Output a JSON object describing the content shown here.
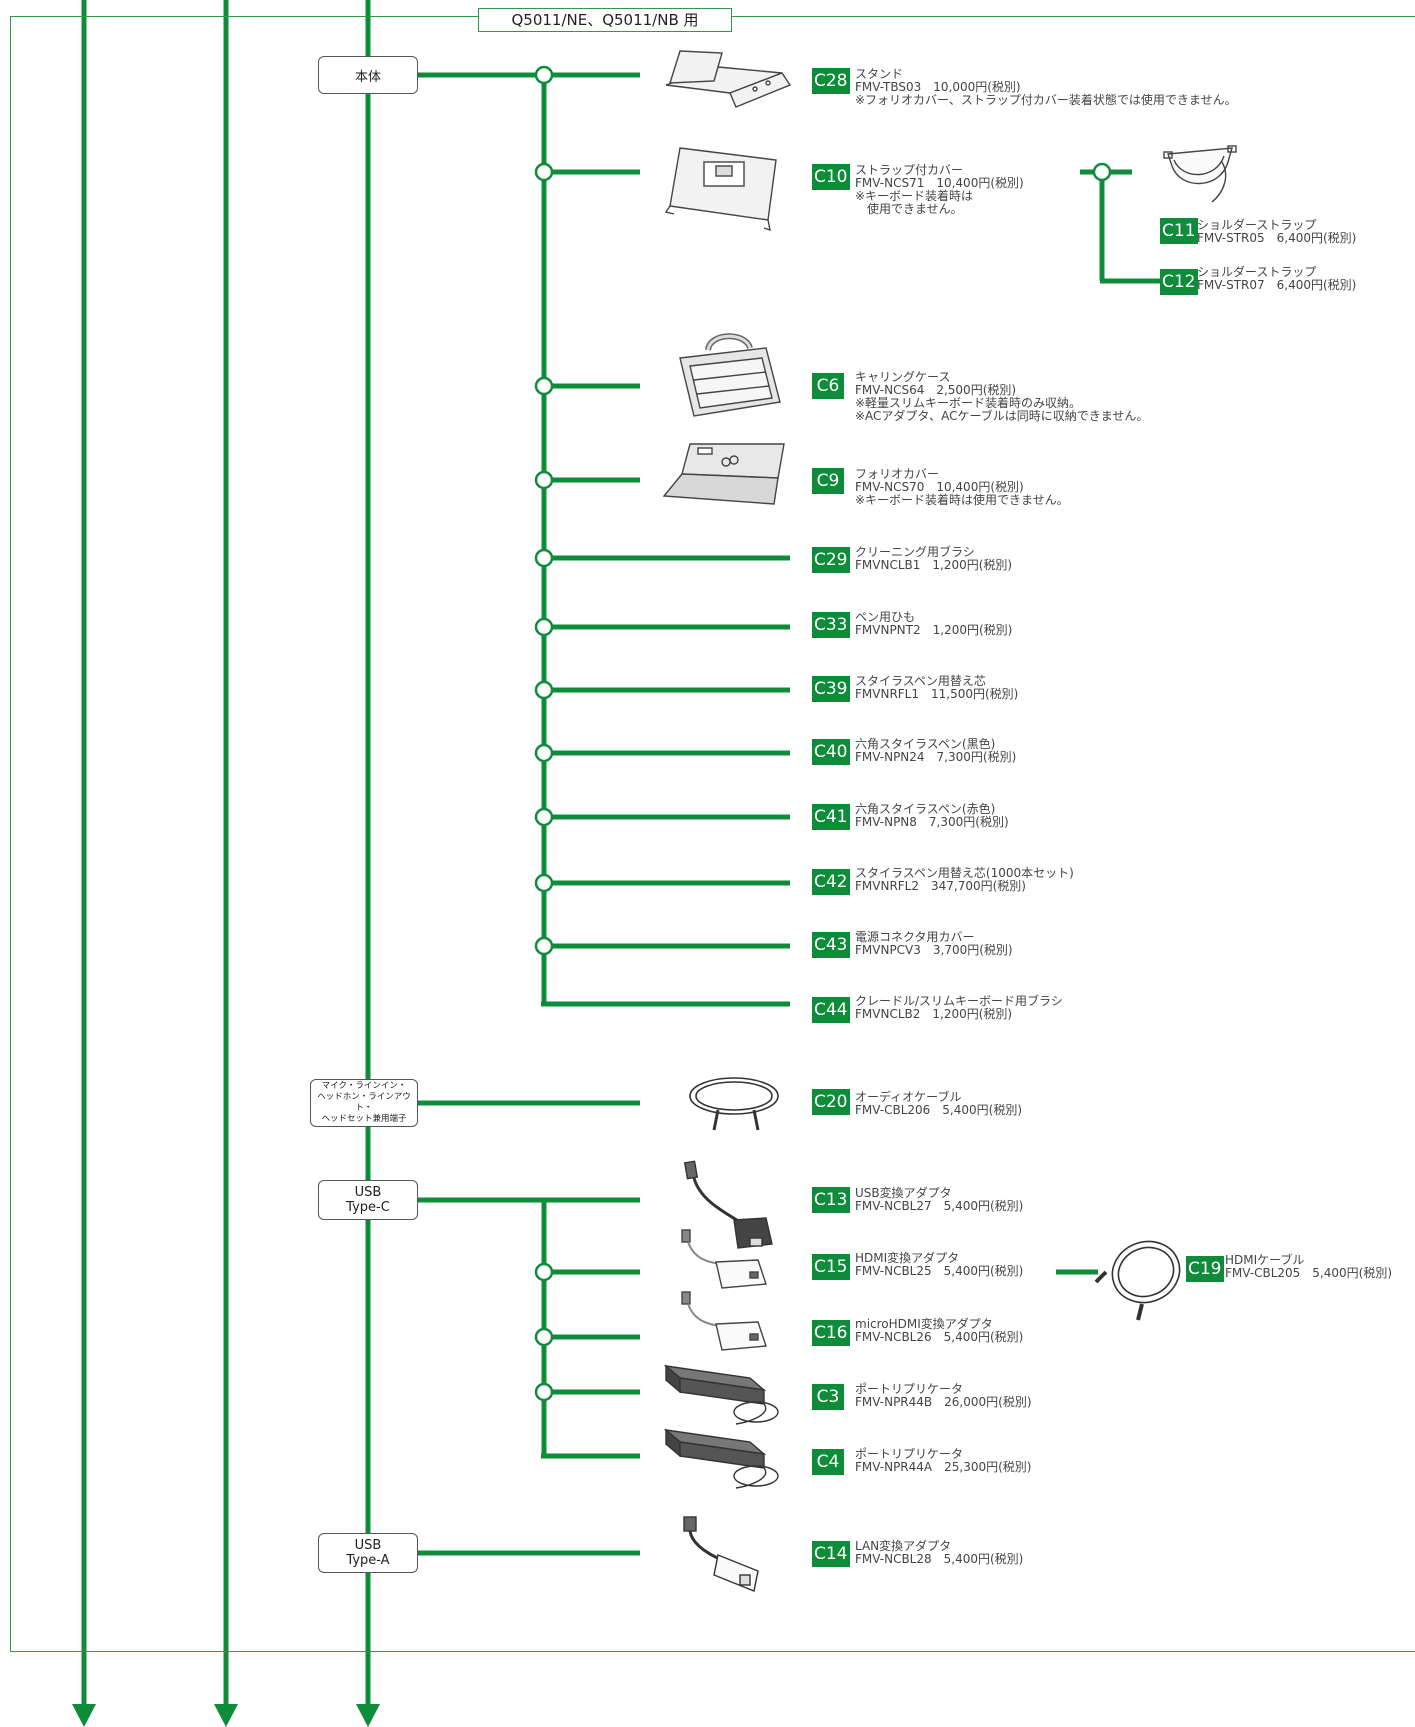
{
  "frame_title": "Q5011/NE、Q5011/NB 用",
  "ports": {
    "main": "本体",
    "audio_line1": "マイク・ラインイン・",
    "audio_line2": "ヘッドホン・ラインアウト・",
    "audio_line3": "ヘッドセット兼用端子",
    "usbc_line1": "USB",
    "usbc_line2": "Type-C",
    "usba_line1": "USB",
    "usba_line2": "Type-A"
  },
  "items": [
    {
      "code": "C28",
      "name": "スタンド",
      "model": "FMV-TBS03　10,000円(税別)",
      "note1": "※フォリオカバー、ストラップ付カバー装着状態では使用できません。",
      "note2": ""
    },
    {
      "code": "C10",
      "name": "ストラップ付カバー",
      "model": "FMV-NCS71　10,400円(税別)",
      "note1": "※キーボード装着時は",
      "note2": "　使用できません。"
    },
    {
      "code": "C11",
      "name": "ショルダーストラップ",
      "model": "FMV-STR05　6,400円(税別)",
      "note1": "",
      "note2": ""
    },
    {
      "code": "C12",
      "name": "ショルダーストラップ",
      "model": "FMV-STR07　6,400円(税別)",
      "note1": "",
      "note2": ""
    },
    {
      "code": "C6",
      "name": "キャリングケース",
      "model": "FMV-NCS64　2,500円(税別)",
      "note1": "※軽量スリムキーボード装着時のみ収納。",
      "note2": "※ACアダプタ、ACケーブルは同時に収納できません。"
    },
    {
      "code": "C9",
      "name": "フォリオカバー",
      "model": "FMV-NCS70　10,400円(税別)",
      "note1": "※キーボード装着時は使用できません。",
      "note2": ""
    },
    {
      "code": "C29",
      "name": "クリーニング用ブラシ",
      "model": "FMVNCLB1　1,200円(税別)",
      "note1": "",
      "note2": ""
    },
    {
      "code": "C33",
      "name": "ペン用ひも",
      "model": "FMVNPNT2　1,200円(税別)",
      "note1": "",
      "note2": ""
    },
    {
      "code": "C39",
      "name": "スタイラスペン用替え芯",
      "model": "FMVNRFL1　11,500円(税別)",
      "note1": "",
      "note2": ""
    },
    {
      "code": "C40",
      "name": "六角スタイラスペン(黒色)",
      "model": "FMV-NPN24　7,300円(税別)",
      "note1": "",
      "note2": ""
    },
    {
      "code": "C41",
      "name": "六角スタイラスペン(赤色)",
      "model": "FMV-NPN8　7,300円(税別)",
      "note1": "",
      "note2": ""
    },
    {
      "code": "C42",
      "name": "スタイラスペン用替え芯(1000本セット)",
      "model": "FMVNRFL2　347,700円(税別)",
      "note1": "",
      "note2": ""
    },
    {
      "code": "C43",
      "name": "電源コネクタ用カバー",
      "model": "FMVNPCV3　3,700円(税別)",
      "note1": "",
      "note2": ""
    },
    {
      "code": "C44",
      "name": "クレードル/スリムキーボード用ブラシ",
      "model": "FMVNCLB2　1,200円(税別)",
      "note1": "",
      "note2": ""
    },
    {
      "code": "C20",
      "name": "オーディオケーブル",
      "model": "FMV-CBL206　5,400円(税別)",
      "note1": "",
      "note2": ""
    },
    {
      "code": "C13",
      "name": "USB変換アダプタ",
      "model": "FMV-NCBL27　5,400円(税別)",
      "note1": "",
      "note2": ""
    },
    {
      "code": "C15",
      "name": "HDMI変換アダプタ",
      "model": "FMV-NCBL25　5,400円(税別)",
      "note1": "",
      "note2": ""
    },
    {
      "code": "C19",
      "name": "HDMIケーブル",
      "model": "FMV-CBL205　5,400円(税別)",
      "note1": "",
      "note2": ""
    },
    {
      "code": "C16",
      "name": "microHDMI変換アダプタ",
      "model": "FMV-NCBL26　5,400円(税別)",
      "note1": "",
      "note2": ""
    },
    {
      "code": "C3",
      "name": "ポートリプリケータ",
      "model": "FMV-NPR44B　26,000円(税別)",
      "note1": "",
      "note2": ""
    },
    {
      "code": "C4",
      "name": "ポートリプリケータ",
      "model": "FMV-NPR44A　25,300円(税別)",
      "note1": "",
      "note2": ""
    },
    {
      "code": "C14",
      "name": "LAN変換アダプタ",
      "model": "FMV-NCBL28　5,400円(税別)",
      "note1": "",
      "note2": ""
    }
  ],
  "colors": {
    "line": "#0e8c3a",
    "tag": "#0e8c3a",
    "frame": "#2e9a47"
  },
  "icons": [
    "stand-image",
    "strap-cover-image",
    "shoulder-strap-image",
    "carrying-case-image",
    "folio-cover-image",
    "audio-cable-image",
    "usb-adapter-image",
    "hdmi-adapter-image",
    "microhdmi-adapter-image",
    "port-replicator-image",
    "hdmi-cable-image",
    "lan-adapter-image"
  ]
}
